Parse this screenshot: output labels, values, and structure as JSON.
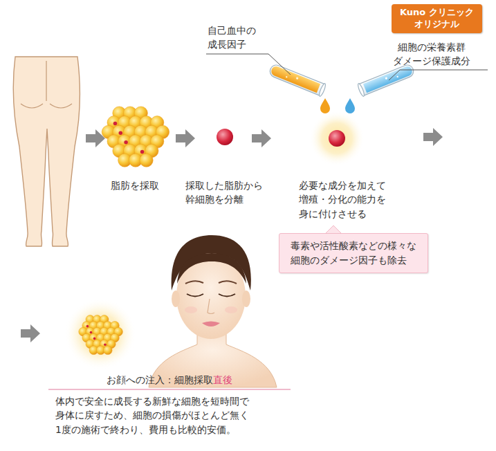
{
  "diagram": {
    "nodes": [
      {
        "text": [
          "Kuno クリニック オリジナル"
        ]
      },
      {
        "text": [
          "毒素や活性酸素などの様々な 細胞のダメージ因子も除去"
        ]
      }
    ],
    "labels": [
      "自己血中の 成長因子",
      "細胞の栄養素群 ダメージ保護成分",
      "脂肪を採取",
      "採取した脂肪から 幹細胞を分離",
      "必要な成分を加えて 増殖・分化の能力を 身に付けさせる",
      "お顔への注入：細胞採取",
      "直後",
      "体内で安全に成長する新鮮な細胞を短時間で 身体に戻すため、細胞の損傷がほとんど無く 1度の施術で終わり、費用も比較的安価。"
    ]
  }
}
